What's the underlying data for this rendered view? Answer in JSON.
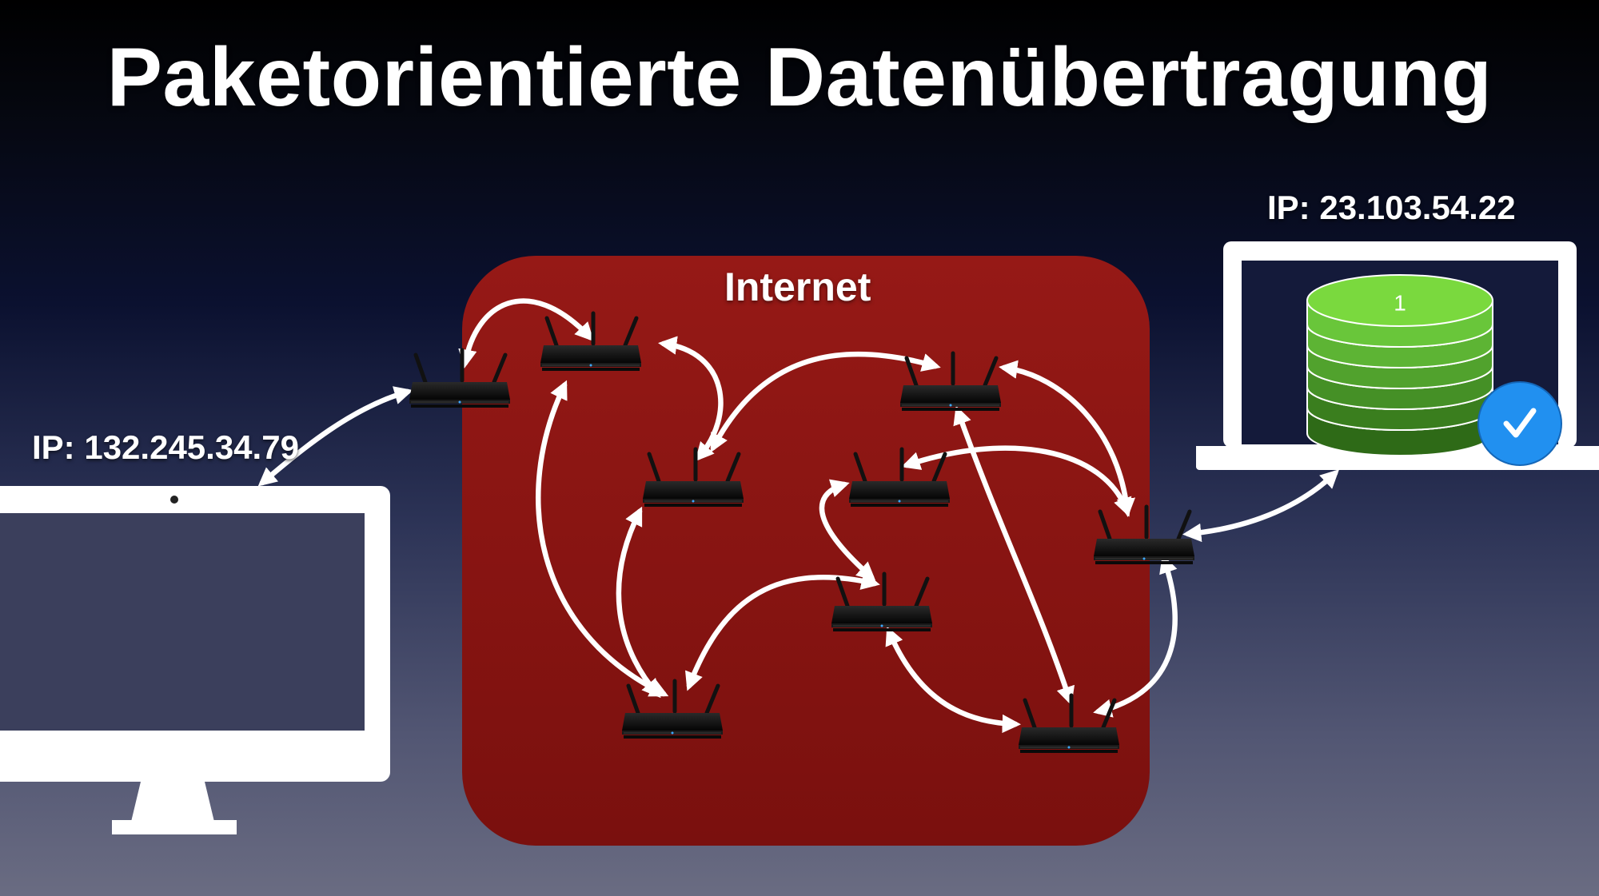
{
  "title": "Paketorientierte Datenübertragung",
  "network_label": "Internet",
  "sender": {
    "device": "desktop-monitor",
    "ip_label": "IP: 132.245.34.79"
  },
  "receiver": {
    "device": "laptop",
    "ip_label": "IP: 23.103.54.22"
  },
  "packet_stack": {
    "top_label": "1",
    "layers": 6,
    "status": "check-icon"
  },
  "colors": {
    "network_bg": "#8a1412",
    "packet_green": "#7ad93e",
    "check_badge": "#2190f0",
    "arrow": "#ffffff"
  }
}
